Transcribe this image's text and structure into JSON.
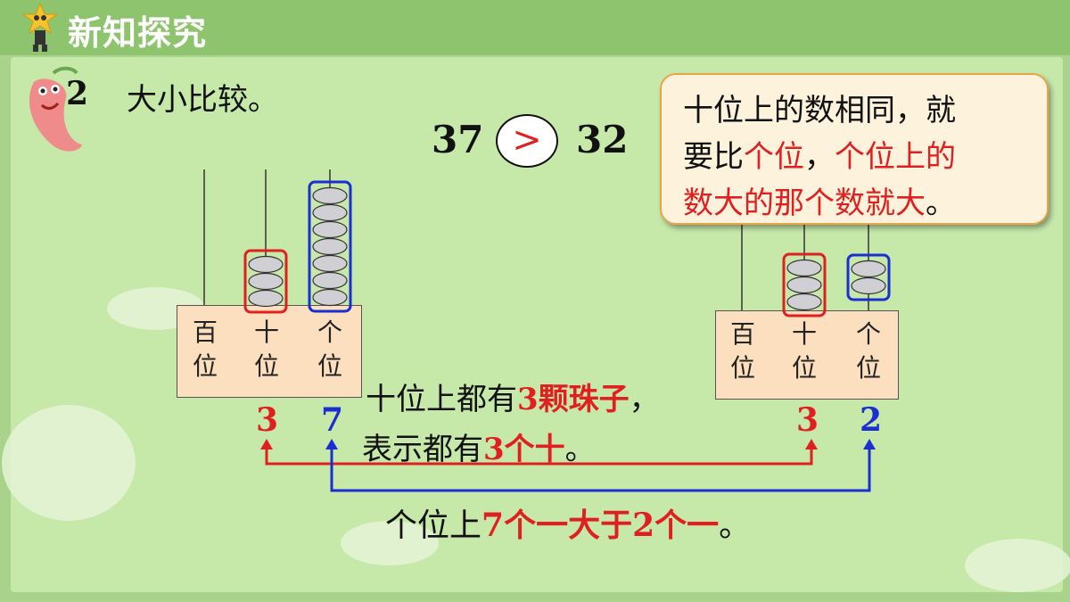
{
  "header": {
    "title": "新知探究"
  },
  "question": {
    "number": "2",
    "text": "大小比较。"
  },
  "comparison": {
    "left": "37",
    "sign": ">",
    "right": "32"
  },
  "callout": {
    "line1": "十位上的数相同，就",
    "line2_a": "要比",
    "line2_b": "个位",
    "line2_c": "，",
    "line2_d": "个位上的",
    "line3_a": "数大的那个数就大",
    "line3_b": "。"
  },
  "abacus_left": {
    "labels": {
      "hundreds_1": "百",
      "hundreds_2": "位",
      "tens_1": "十",
      "tens_2": "位",
      "ones_1": "个",
      "ones_2": "位"
    },
    "tens_beads": 3,
    "ones_beads": 7,
    "tens_digit": "3",
    "ones_digit": "7"
  },
  "abacus_right": {
    "labels": {
      "hundreds_1": "百",
      "hundreds_2": "位",
      "tens_1": "十",
      "tens_2": "位",
      "ones_1": "个",
      "ones_2": "位"
    },
    "tens_beads": 3,
    "ones_beads": 2,
    "tens_digit": "3",
    "ones_digit": "2"
  },
  "explanation": {
    "line1_a": "十位上都有",
    "line1_b": "3颗珠子",
    "line1_c": "，",
    "line2_a": "表示都有",
    "line2_b": "3个十",
    "line2_c": "。"
  },
  "bottom": {
    "a": "个位上",
    "b": "7个一大于2个一",
    "c": "。"
  },
  "colors": {
    "red": "#e02020",
    "blue": "#1a2ed1",
    "bead": "#cfcfd4"
  }
}
